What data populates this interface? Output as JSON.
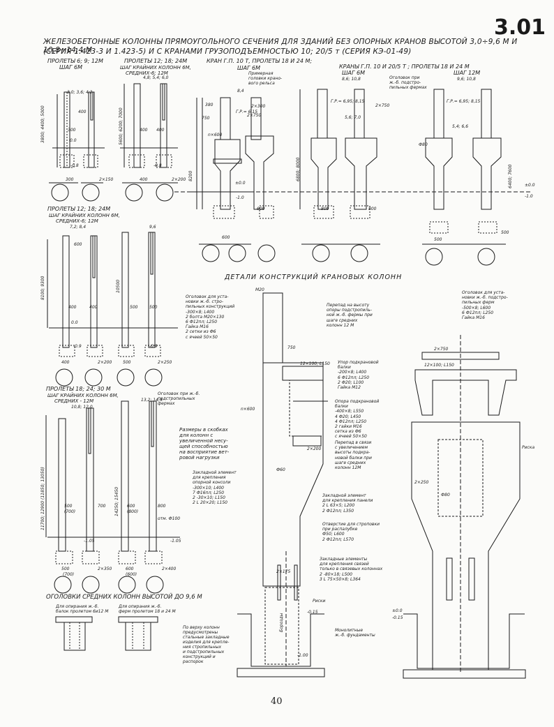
{
  "sheet_number": "3.01",
  "page_number": "40",
  "title": {
    "line1": "ЖЕЛЕЗОБЕТОННЫЕ КОЛОННЫ ПРЯМОУГОЛЬНОГО СЕЧЕНИЯ ДЛЯ ЗДАНИЙ БЕЗ ОПОРНЫХ КРАНОВ ВЫСОТОЙ 3,0÷9,6 М И 10,8÷14,4 М",
    "line2": "(СЕРИЯ 1.423-3 И 1.423-5) И С КРАНАМИ ГРУЗОПОДЪЕМНОСТЬЮ 10; 20/5 т (СЕРИЯ КЭ-01-49)"
  },
  "headers": {
    "h1a": "ПРОЛЕТЫ 6; 9; 12М",
    "h1b": "ШАГ 6М",
    "h2a": "ПРОЛЕТЫ 12; 18; 24М",
    "h2b": "ШАГ КРАЙНИХ КОЛОНН 6М,",
    "h2c": "СРЕДНИХ-6; 12М",
    "h3a": "КРАН Г.П. 10 Т, ПРОЛЕТЫ 18 И 24 М;",
    "h3b": "ШАГ 6М",
    "h4a": "КРАНЫ Г.П. 10 И 20/5 Т ;  ПРОЛЕТЫ   18 И 24 М",
    "h4b": "ШАГ 6М",
    "h4c": "ШАГ 12М",
    "h5a": "ПРОЛЕТЫ 12; 18; 24М",
    "h5b": "ШАГ КРАЙНИХ КОЛОНН 6М,",
    "h5c": "СРЕДНИХ-6; 12М",
    "h6a": "ПРОЛЕТЫ 18; 24; 30 М",
    "h6b": "ШАГ КРАЙНИХ КОЛОНН 6М,",
    "h6c": "СРЕДНИХ - 12М",
    "details": "ДЕТАЛИ  КОНСТРУКЦИЙ  КРАНОВЫХ  КОЛОНН",
    "heads": "ОГОЛОВКИ СРЕДНИХ КОЛОНН ВЫСОТОЙ ДО 9,6 М"
  },
  "notes": {
    "n_pr_golovka": "Примерная\nголовки крано-\nвого рельса",
    "n_ogol_ferm_l": "Оголовок при\nж.-б. подстро-\nпильных фермах",
    "n_ogol_ferm_r": "Оголовок при ж.-б.\nподстропильных\nфермах",
    "n_sizes": "Размеры в скобках\nдля колонн с\nувеличенной несу-\nщей способностью\nна восприятие вет-\nровой нагрузки",
    "n_ogol_ustan": "Оголовок для уста-\nновки ж.-б. стро-\nпильных конструкций\n-300×8; L400\n2 болта М20×130\n6 Ф12пл; L250\nГайка М16\n2 сетки из Ф6\nс ячеей 50×50",
    "n_perepad1": "Перепад на высоту\nопоры подстропиль-\nной ж.-б. фермы при\nшаге средних\nколонн 12 М",
    "n_ogol_ustan_r": "Оголовок для уста-\nновки ж.-б. подстро-\nпильных ферм\n-500×8; L600\n6 Ф12пл; L250\nГайка М16",
    "n_upor": "Упор подкрановой\nбалки\n-200×8; L400\n6 Ф12пл; L250\n2 Ф20; L100\nГайка М12",
    "n_opora": "Опора подкрановой\nбалки\n-400×8; L550\n4 Ф20; L450\n4 Ф12пл; L250\n2 гайки М16\nсетка из Ф6\nс ячеей 50×50",
    "n_perepad2": "Перепад в связи\nс увеличением\nвысоты подкра-\nновой балки при\nшаге средних\nколонн 12М",
    "n_zakl_konsol": "Закладной элемент\nдля крепления\nопорной консоли\n-300×10; L400\n7 Ф16пл; L250\n2 -30×10; L150\n2 L 20×20; L150",
    "n_zakl_panel": "Закладной элемент\nдля крепления панели\n2 L 63×5; L200\n2 Ф12пл; L350",
    "n_otverst": "Отверстие для строповки\nпри распалубке\nФ50; L600\n2 Ф12пл; L570",
    "n_zakl_svyaz": "Закладные элементы\nдля крепления связей\nтолько в связевых колоннах\n2 -80×18; L500\n3 L 75×50×8; L364",
    "n_monolit": "Монолитные\nж.-б. фундаменты",
    "n_boroz": "Борозды",
    "n_riski": "Риски",
    "n_riska": "Риска",
    "n_verh_kol": "По верху колонн\nпредусмотрены\nстальные закладные\nизделия для крепле-\nния стропильных\nи подстропильных\nконструкций и\nраспорок",
    "n_op_balok": "Для опирания ж.-б.\nбалок пролетом 6и12 М",
    "n_op_ferm": "Для опирания ж.-б.\nферм пролетом 18 и 24 М",
    "n_otm": "отм. Ф100"
  },
  "dims": {
    "d_300": "300",
    "d_400": "400",
    "d_500": "500",
    "d_600": "600",
    "d_700": "700",
    "d_800": "800",
    "d_200": "200",
    "d_250": "250",
    "d_350": "350",
    "d_380": "380",
    "d_750": "750",
    "d_2x150": "2×150",
    "d_2x200": "2×200",
    "d_2x250": "2×250",
    "d_2x350": "2×350",
    "d_2x400": "2×400",
    "d_2x750": "2×750",
    "d_2x300": "2×300",
    "d_2x175": "2×175",
    "d_zero": "0.0",
    "d_pm0": "±0.0",
    "d_m06": "-0.6",
    "d_m08": "-0.8",
    "d_m09": "-0.9",
    "d_m10": "-1.0",
    "d_m105": "-1.05",
    "d_m015": "-0.15",
    "d_m100": "-1.00",
    "h_a": "3,0; 3,6; 4,2",
    "h_b": "4,8; 5,4; 6,0",
    "h_c": "7,2; 8,4",
    "h_d": "9,6",
    "h_e": "10,8; 12,0",
    "h_f": "13,2; 14,4",
    "h_g": "8,4",
    "h_h": "8,6; 10,8",
    "h_i": "9,6; 10,8",
    "gr1": "Г.Р.= 6,15",
    "gr2": "Г.Р.= 6,95; 8,15",
    "gr3": "Г.Р.= 6,95; 8,15",
    "v1": "3800; 4400; 5000",
    "v2": "5600; 6200; 7000",
    "v3": "8100; 9300",
    "v4": "10500",
    "v5": "11700; 12900 (11850; 13050)",
    "v6": "14250; 15450",
    "v7": "8200",
    "v8": "6800; 8000",
    "v9": "6400; 7600",
    "d_m20": "M20",
    "d_12x100": "12×100; L150",
    "d_nx600": "n×600",
    "d_phi60": "Ф60",
    "d_phi80": "Ф80",
    "d_5": "5,4; 6,6",
    "d_ne": "5,6; 7,0",
    "d_500b": "(800)",
    "d_600b": "(600)",
    "d_700b": "(700)"
  }
}
